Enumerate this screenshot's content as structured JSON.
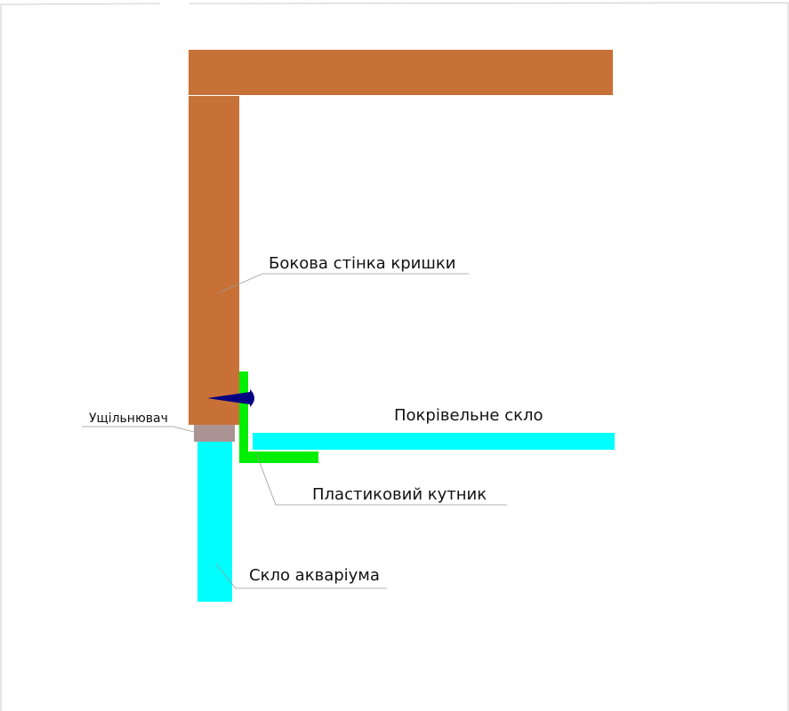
{
  "labels": {
    "lid_side_wall": "Бокова стінка кришки",
    "seal": "Ущільнювач",
    "cover_glass": "Покрівельне скло",
    "plastic_angle": "Пластиковий кутник",
    "aquarium_glass": "Скло акваріума"
  },
  "colors": {
    "wood": "#c87137",
    "glass": "#00ffff",
    "plastic": "#00ee00",
    "seal": "#ac9393",
    "screw": "#000080",
    "leader": "#999999"
  }
}
